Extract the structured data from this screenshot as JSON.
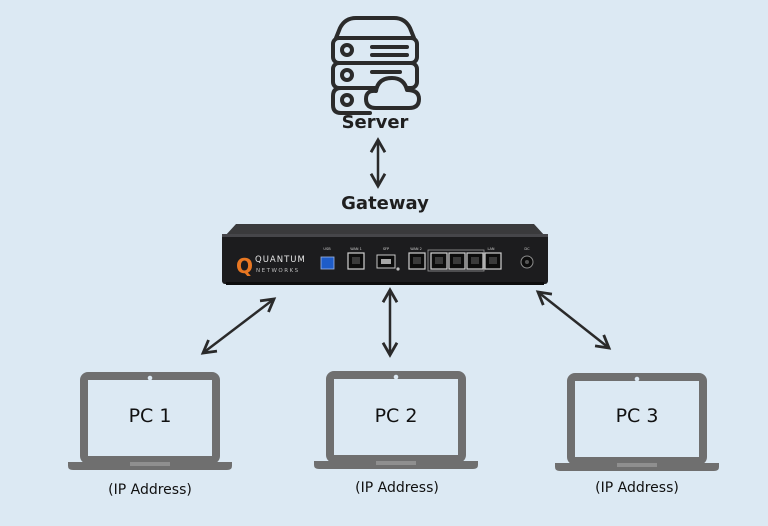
{
  "labels": {
    "server": "Server",
    "gateway": "Gateway"
  },
  "device": {
    "brand_letter": "Q",
    "brand_name": "QUANTUM",
    "brand_sub": "NETWORKS",
    "ports": [
      "USB",
      "WAN 1",
      "SFP",
      "WAN 2",
      "LAN",
      "DC"
    ]
  },
  "clients": [
    {
      "name": "PC 1",
      "address": "(IP Address)"
    },
    {
      "name": "PC 2",
      "address": "(IP Address)"
    },
    {
      "name": "PC 3",
      "address": "(IP Address)"
    }
  ],
  "icons": [
    "server-cloud-icon",
    "laptop-icon"
  ],
  "colors": {
    "background": "#dce9f3",
    "laptop": "#6f6f6f",
    "device_body": "#1c1c1e",
    "brand_accent": "#e87722",
    "arrow": "#2a2a2a"
  }
}
